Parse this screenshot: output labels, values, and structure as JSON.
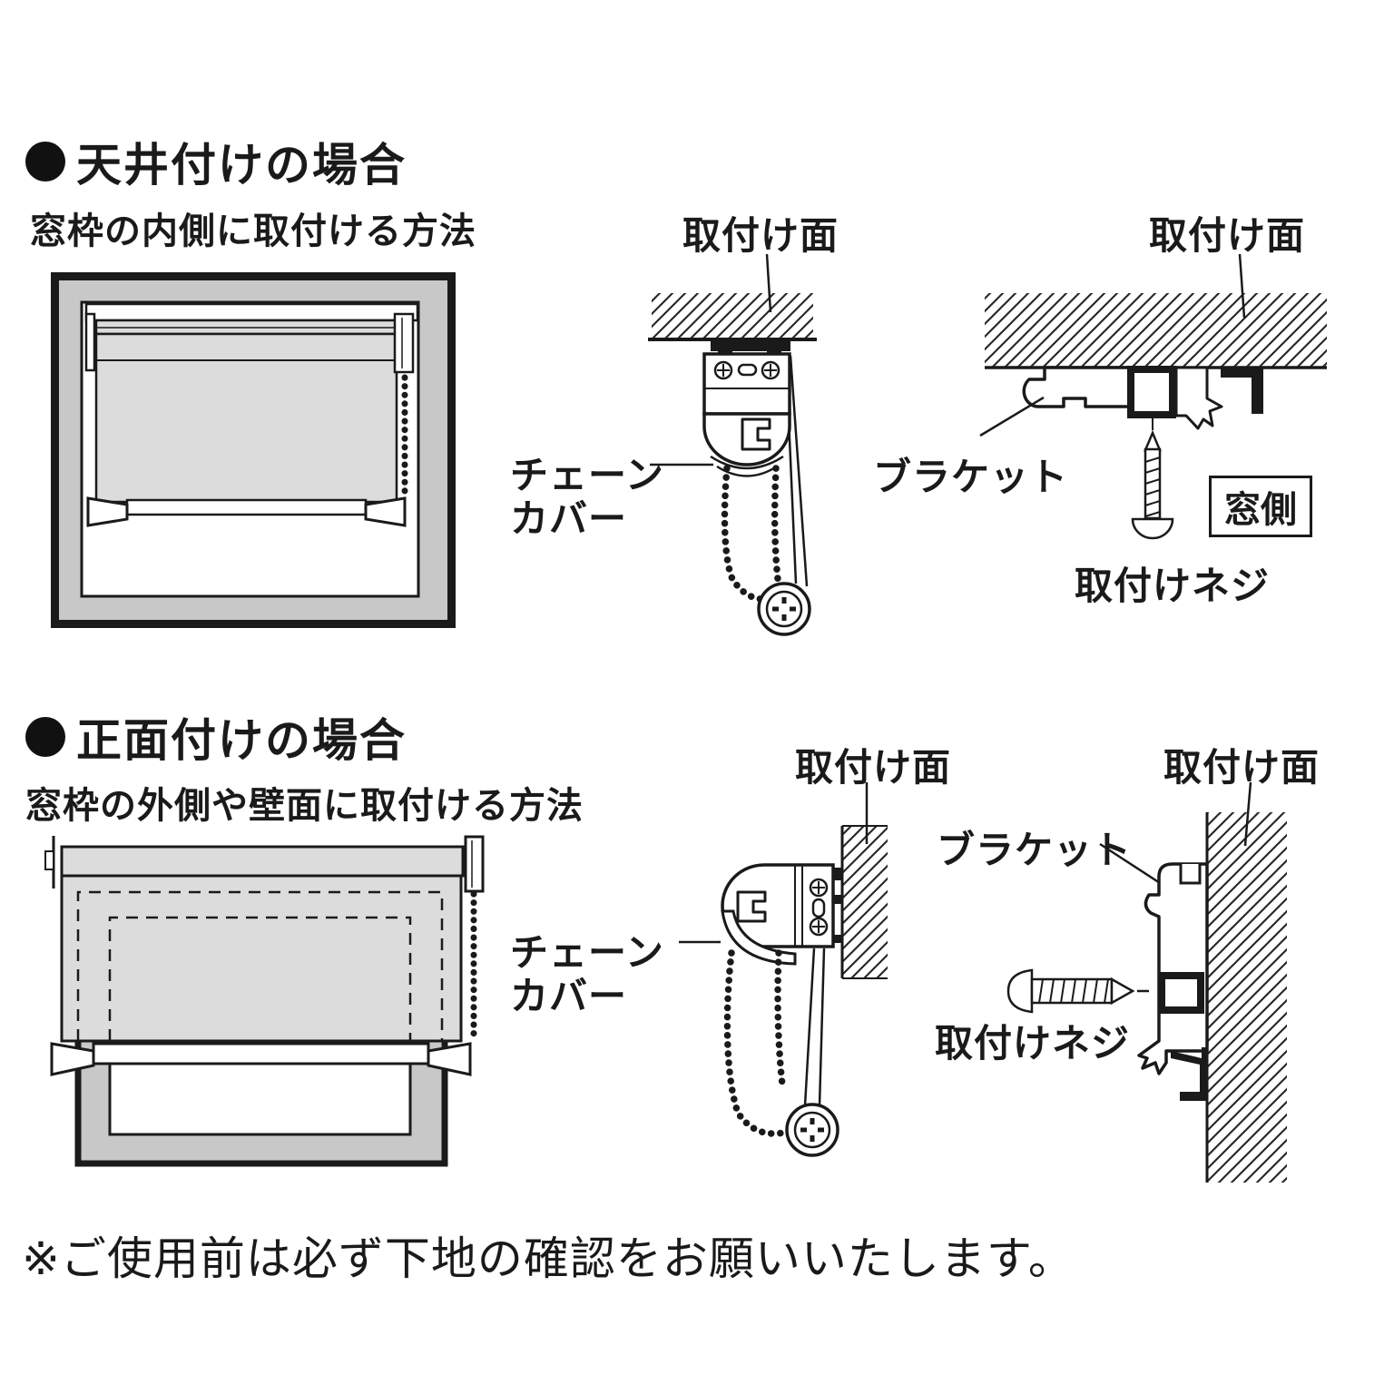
{
  "page": {
    "background": "#ffffff"
  },
  "colors": {
    "line": "#1a1a1a",
    "frame_gray": "#c8c8c8",
    "shade_gray": "#dcdcdc"
  },
  "section_ceiling": {
    "heading": "天井付けの場合",
    "subtitle": "窓枠の内側に取付ける方法",
    "labels": {
      "mount_surface_mid": "取付け面",
      "mount_surface_right": "取付け面",
      "chain_cover_line1": "チェーン",
      "chain_cover_line2": "カバー",
      "bracket": "ブラケット",
      "window_side": "窓側",
      "mount_screw": "取付けネジ"
    }
  },
  "section_front": {
    "heading": "正面付けの場合",
    "subtitle": "窓枠の外側や壁面に取付ける方法",
    "labels": {
      "mount_surface_mid": "取付け面",
      "mount_surface_right": "取付け面",
      "chain_cover_line1": "チェーン",
      "chain_cover_line2": "カバー",
      "bracket": "ブラケット",
      "mount_screw": "取付けネジ"
    }
  },
  "footnote": "※ご使用前は必ず下地の確認をお願いいたします。"
}
